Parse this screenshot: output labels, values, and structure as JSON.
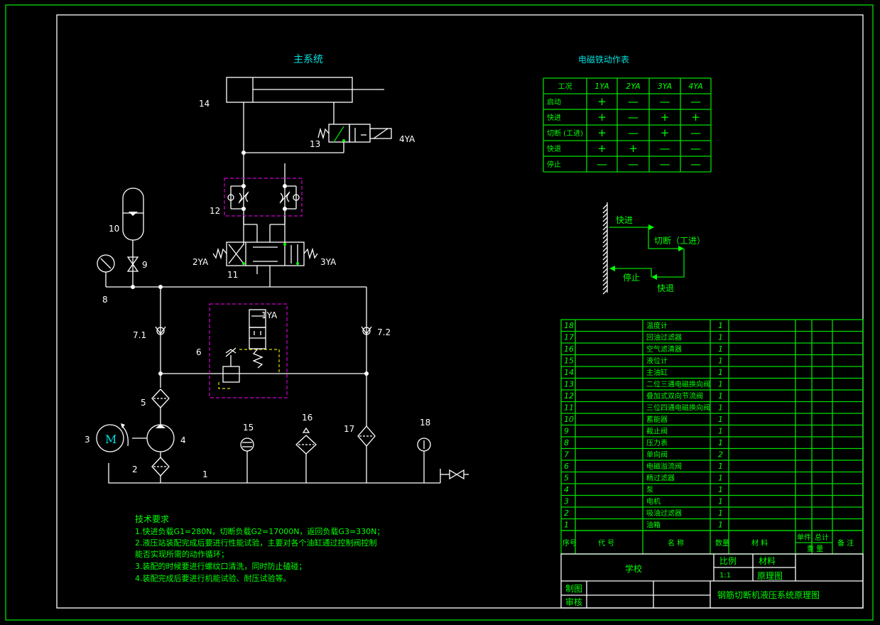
{
  "diagram": {
    "title": "主系统",
    "component_labels": [
      "14",
      "13",
      "4YA",
      "12",
      "10",
      "9",
      "2YA",
      "11",
      "3YA",
      "8",
      "7.1",
      "7.2",
      "1YA",
      "6",
      "5",
      "3",
      "M",
      "4",
      "2",
      "15",
      "16",
      "17",
      "18",
      "1"
    ]
  },
  "solenoid_table": {
    "title": "电磁铁动作表",
    "headers": [
      "工况",
      "1YA",
      "2YA",
      "3YA",
      "4YA"
    ],
    "rows": [
      {
        "label": "启动",
        "cells": [
          "+",
          "—",
          "—",
          "—"
        ]
      },
      {
        "label": "快进",
        "cells": [
          "+",
          "—",
          "+",
          "+"
        ]
      },
      {
        "label": "切断 (工进)",
        "cells": [
          "+",
          "—",
          "+",
          "—"
        ]
      },
      {
        "label": "快退",
        "cells": [
          "+",
          "+",
          "—",
          "—"
        ]
      },
      {
        "label": "停止",
        "cells": [
          "—",
          "—",
          "—",
          "—"
        ]
      }
    ]
  },
  "cycle_diagram": {
    "labels": [
      "快进",
      "切断（工进）",
      "快退",
      "停止"
    ]
  },
  "requirements": {
    "title": "技术要求",
    "lines": [
      "1.快进负载G1=280N，切断负载G2=17000N，返回负载G3=330N；",
      "2.液压站装配完成后要进行性能试验，主要对各个油缸通过控制阀控制",
      "能否实现所需的动作循环；",
      "3.装配的时候要进行螺纹口清洗，同时防止磕碰；",
      "4.装配完成后要进行机能试验、耐压试验等。"
    ]
  },
  "parts_list": {
    "headers": {
      "seq": "序号",
      "code": "代 号",
      "name": "名 称",
      "qty": "数量",
      "material": "材 料",
      "unit": "单件",
      "total": "总计",
      "weight": "重 量",
      "note": "备 注"
    },
    "items": [
      {
        "no": "18",
        "name": "温度计",
        "qty": "1"
      },
      {
        "no": "17",
        "name": "回油过滤器",
        "qty": "1"
      },
      {
        "no": "16",
        "name": "空气滤清器",
        "qty": "1"
      },
      {
        "no": "15",
        "name": "液位计",
        "qty": "1"
      },
      {
        "no": "14",
        "name": "主油缸",
        "qty": "1"
      },
      {
        "no": "13",
        "name": "二位三通电磁换向阀",
        "qty": "1"
      },
      {
        "no": "12",
        "name": "叠加式双向节流阀",
        "qty": "1"
      },
      {
        "no": "11",
        "name": "三位四通电磁换向阀",
        "qty": "1"
      },
      {
        "no": "10",
        "name": "蓄能器",
        "qty": "1"
      },
      {
        "no": "9",
        "name": "截止阀",
        "qty": "1"
      },
      {
        "no": "8",
        "name": "压力表",
        "qty": "1"
      },
      {
        "no": "7",
        "name": "单向阀",
        "qty": "2"
      },
      {
        "no": "6",
        "name": "电磁溢流阀",
        "qty": "1"
      },
      {
        "no": "5",
        "name": "精过滤器",
        "qty": "1"
      },
      {
        "no": "4",
        "name": "泵",
        "qty": "1"
      },
      {
        "no": "3",
        "name": "电机",
        "qty": "1"
      },
      {
        "no": "2",
        "name": "吸油过滤器",
        "qty": "1"
      },
      {
        "no": "1",
        "name": "油箱",
        "qty": "1"
      }
    ]
  },
  "title_block": {
    "school": "学校",
    "scale_label": "比例",
    "scale_value": "1:1",
    "material_label": "材料",
    "drawing_type": "原理图",
    "drawn_by": "制图",
    "checked_by": "审核",
    "drawing_title": "钢筋切断机液压系统原理图"
  },
  "colors": {
    "frame": "#00dd00",
    "lines": "#ffffff",
    "labels": "#00e0e0",
    "highlight": "#cc00cc",
    "pilot": "#e0e000"
  }
}
